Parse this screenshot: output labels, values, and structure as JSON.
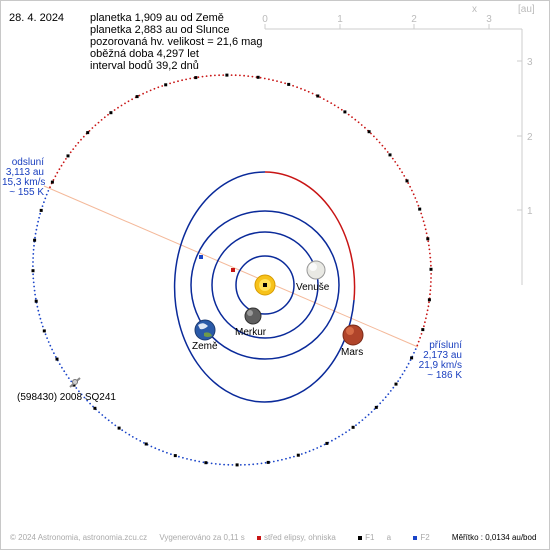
{
  "date": "28. 4. 2024",
  "info_lines": [
    "planetka 1,909 au od Země",
    "planetka 2,883 au od Slunce",
    "pozorovaná hv. velikost = 21,6 mag",
    "oběžná doba 4,297 let",
    "interval bodů 39,2 dnů"
  ],
  "axis": {
    "x_ticks": [
      "0",
      "1",
      "2",
      "3"
    ],
    "x_label": "x",
    "unit": "[au]",
    "y_ticks": [
      "3",
      "2",
      "1"
    ]
  },
  "aphelion": {
    "title": "odsluní",
    "distance": "3,113 au",
    "speed": "15,3 km/s",
    "temperature": "~ 155 K"
  },
  "perihelion": {
    "title": "přísluní",
    "distance": "2,173 au",
    "speed": "21,9 km/s",
    "temperature": "~ 186 K"
  },
  "bodies": {
    "venus": "Venuše",
    "mercury": "Merkur",
    "earth": "Země",
    "mars": "Mars",
    "asteroid": "(598430) 2008 SQ241"
  },
  "footer": {
    "copyright": "© 2024 Astronomia, astronomia.zcu.cz",
    "generated": "Vygenerováno za 0,11 s",
    "legend_center": "střed elipsy, ohniska",
    "legend_f1": "F1",
    "legend_a": "a",
    "legend_f2": "F2",
    "scale": "Měřítko : 0,0134 au/bod"
  },
  "colors": {
    "orbit": "#0a2a9a",
    "asteroid_far": "#1a44c8",
    "asteroid_near": "#c81414",
    "apsis_line": "#f4b99a",
    "label_blue": "#1a3fbf",
    "grid": "#cccccc"
  }
}
